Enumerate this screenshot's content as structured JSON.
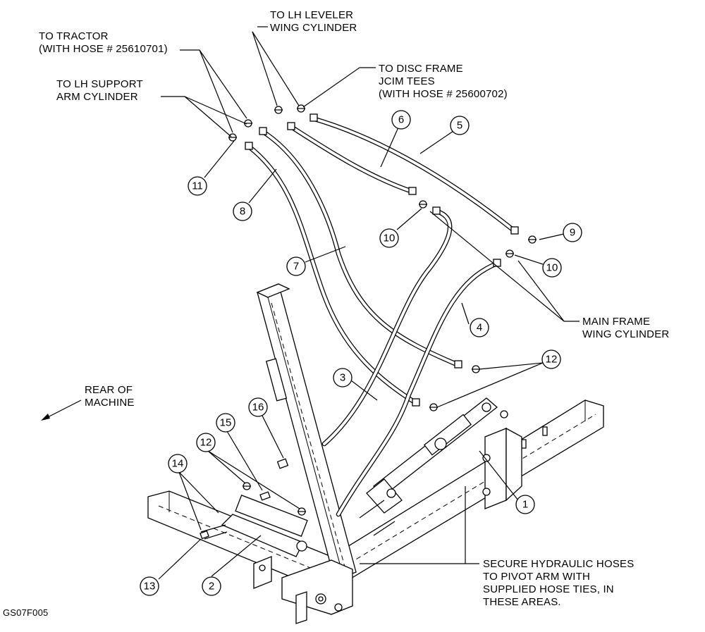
{
  "figure_code": "GS07F005",
  "labels": {
    "to_tractor": [
      "TO TRACTOR",
      "(WITH HOSE # 25610701)"
    ],
    "lh_leveler": [
      "TO LH LEVELER",
      "WING CYLINDER"
    ],
    "disc_frame": [
      "TO DISC FRAME",
      "JCIM TEES",
      "(WITH HOSE # 25600702)"
    ],
    "lh_support": [
      "TO LH SUPPORT",
      "ARM CYLINDER"
    ],
    "main_frame": [
      "MAIN FRAME",
      "WING CYLINDER"
    ],
    "rear": [
      "REAR OF",
      "MACHINE"
    ],
    "secure": [
      "SECURE HYDRAULIC HOSES",
      "TO PIVOT ARM WITH",
      "SUPPLIED HOSE TIES, IN",
      "THESE AREAS."
    ]
  },
  "callouts": [
    {
      "id": "c1",
      "number": "1"
    },
    {
      "id": "c2",
      "number": "2"
    },
    {
      "id": "c3",
      "number": "3"
    },
    {
      "id": "c4",
      "number": "4"
    },
    {
      "id": "c5",
      "number": "5"
    },
    {
      "id": "c6",
      "number": "6"
    },
    {
      "id": "c7",
      "number": "7"
    },
    {
      "id": "c8",
      "number": "8"
    },
    {
      "id": "c9",
      "number": "9"
    },
    {
      "id": "c10a",
      "number": "10"
    },
    {
      "id": "c10b",
      "number": "10"
    },
    {
      "id": "c11",
      "number": "11"
    },
    {
      "id": "c12a",
      "number": "12"
    },
    {
      "id": "c12b",
      "number": "12"
    },
    {
      "id": "c13",
      "number": "13"
    },
    {
      "id": "c14",
      "number": "14"
    },
    {
      "id": "c15",
      "number": "15"
    },
    {
      "id": "c16",
      "number": "16"
    }
  ]
}
